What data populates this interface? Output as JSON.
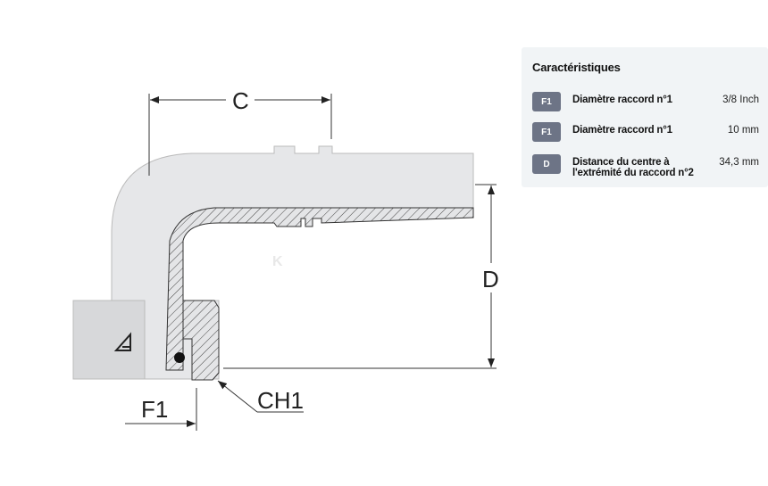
{
  "drawing": {
    "labels": {
      "c": "C",
      "d": "D",
      "f1": "F1",
      "ch1": "CH1"
    }
  },
  "characteristics": {
    "title": "Caractéristiques",
    "rows": [
      {
        "badge": "F1",
        "label": "Diamètre raccord n°1",
        "value": "3/8 Inch"
      },
      {
        "badge": "F1",
        "label": "Diamètre raccord n°1",
        "value": "10 mm"
      },
      {
        "badge": "D",
        "label": "Distance du centre à l'extrémité du raccord n°2",
        "value": "34,3 mm"
      }
    ]
  },
  "colors": {
    "panel_bg": "#f1f4f6",
    "badge_bg": "#6d7486",
    "metal": "#e6e7e9"
  }
}
